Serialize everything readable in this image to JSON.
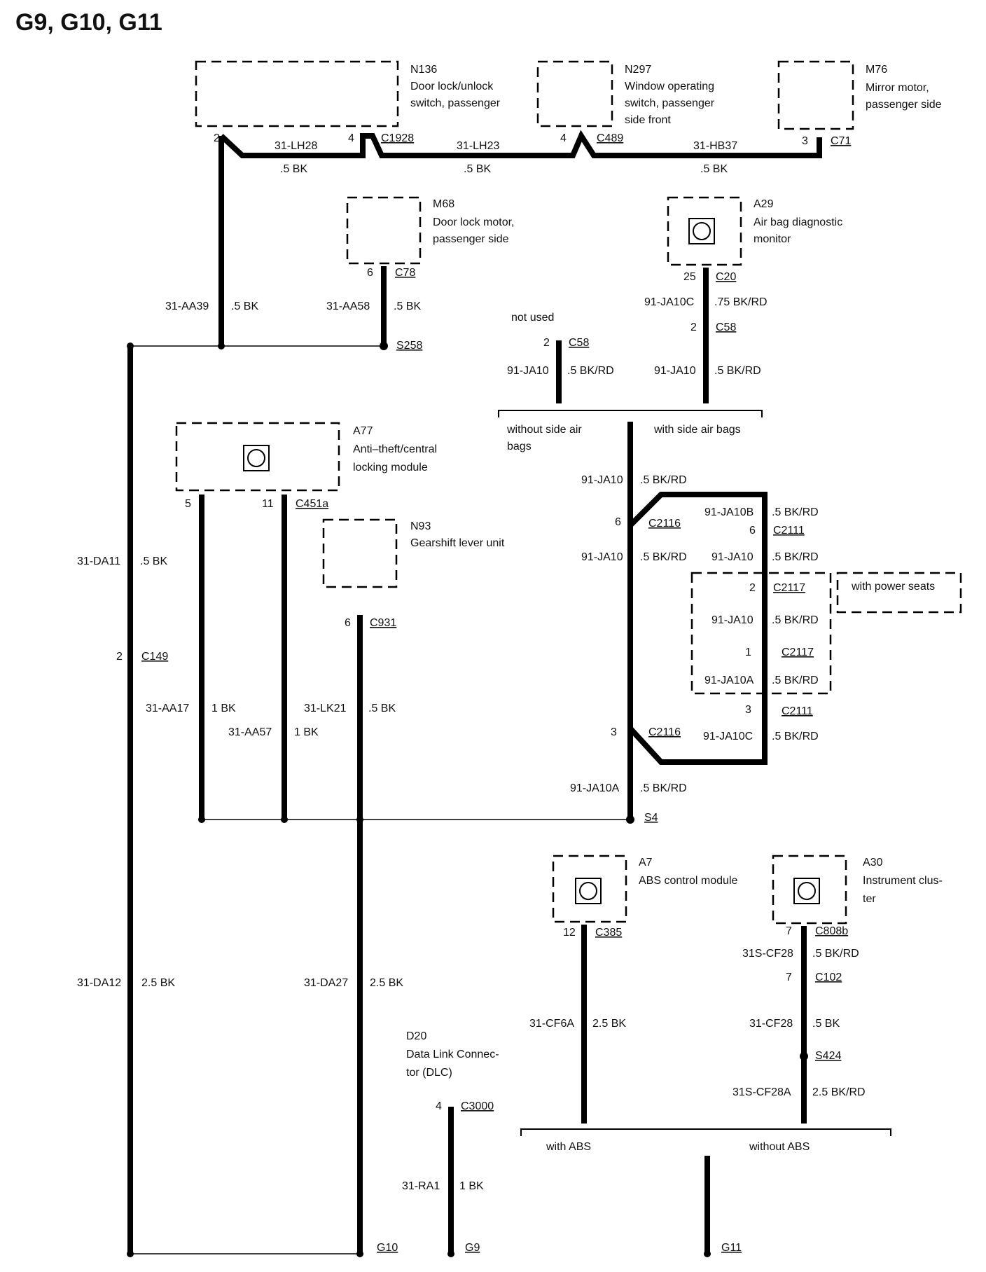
{
  "title": "G9, G10, G11",
  "components": {
    "N136": {
      "id": "N136",
      "desc1": "Door lock/unlock",
      "desc2": "switch, passenger"
    },
    "N297": {
      "id": "N297",
      "desc1": "Window operating",
      "desc2": "switch, passenger",
      "desc3": "side front"
    },
    "M76": {
      "id": "M76",
      "desc1": "Mirror motor,",
      "desc2": "passenger side"
    },
    "M68": {
      "id": "M68",
      "desc1": "Door lock motor,",
      "desc2": "passenger side"
    },
    "A29": {
      "id": "A29",
      "desc1": "Air bag diagnostic",
      "desc2": "monitor"
    },
    "A77": {
      "id": "A77",
      "desc1": "Anti–theft/central",
      "desc2": "locking module"
    },
    "N93": {
      "id": "N93",
      "desc1": "Gearshift lever unit"
    },
    "A7": {
      "id": "A7",
      "desc1": "ABS control module"
    },
    "A30": {
      "id": "A30",
      "desc1": "Instrument clus-",
      "desc2": "ter"
    },
    "D20": {
      "id": "D20",
      "desc1": "Data Link Connec-",
      "desc2": "tor (DLC)"
    }
  },
  "connectors": {
    "C1928": "C1928",
    "C489": "C489",
    "C71": "C71",
    "C78": "C78",
    "C20": "C20",
    "C58a": "C58",
    "C58b": "C58",
    "S258": "S258",
    "C451a": "C451a",
    "C2116a": "C2116",
    "C2116b": "C2116",
    "C2111a": "C2111",
    "C2111b": "C2111",
    "C2117a": "C2117",
    "C2117b": "C2117",
    "C149": "C149",
    "C931": "C931",
    "S4": "S4",
    "C385": "C385",
    "C808b": "C808b",
    "C102": "C102",
    "S424": "S424",
    "C3000": "C3000",
    "G10": "G10",
    "G9": "G9",
    "G11": "G11"
  },
  "pins": {
    "n136_2": "2",
    "n136_4": "4",
    "n297_4": "4",
    "m76_3": "3",
    "m68_6": "6",
    "a29_25": "25",
    "c58_2a": "2",
    "c58_2b": "2",
    "a77_5": "5",
    "a77_11": "11",
    "c2116_6": "6",
    "c2111_6": "6",
    "c2117_2": "2",
    "c2117_1": "1",
    "c2111_3": "3",
    "c2116_3": "3",
    "c149_2": "2",
    "n93_6": "6",
    "a7_12": "12",
    "a30_7": "7",
    "c102_7": "7",
    "d20_4": "4"
  },
  "wires": {
    "lh28": "31-LH28",
    "lh23": "31-LH23",
    "hb37": "31-HB37",
    "bk05a": ".5 BK",
    "bk05b": ".5 BK",
    "bk05c": ".5 BK",
    "aa39": "31-AA39",
    "aa39g": ".5 BK",
    "aa58": "31-AA58",
    "aa58g": ".5 BK",
    "ja10c_top": "91-JA10C",
    "ja10c_top_g": ".75 BK/RD",
    "ja10_l": "91-JA10",
    "ja10_l_g": ".5 BK/RD",
    "ja10_r": "91-JA10",
    "ja10_r_g": ".5 BK/RD",
    "ja10_mid": "91-JA10",
    "ja10_mid_g": ".5 BK/RD",
    "ja10b": "91-JA10B",
    "ja10b_g": ".5 BK/RD",
    "ja10_s": "91-JA10",
    "ja10_s_g": ".5 BK/RD",
    "ja10_t": "91-JA10",
    "ja10_t_g": ".5 BK/RD",
    "ja10_p": "91-JA10",
    "ja10_p_g": ".5 BK/RD",
    "ja10a_r": "91-JA10A",
    "ja10a_r_g": ".5 BK/RD",
    "ja10c_b": "91-JA10C",
    "ja10c_b_g": ".5 BK/RD",
    "ja10a_b": "91-JA10A",
    "ja10a_b_g": ".5 BK/RD",
    "da11": "31-DA11",
    "da11_g": ".5 BK",
    "da12": "31-DA12",
    "da12_g": "2.5 BK",
    "aa17": "31-AA17",
    "aa17_g": "1 BK",
    "aa57": "31-AA57",
    "aa57_g": "1 BK",
    "lk21": "31-LK21",
    "lk21_g": ".5 BK",
    "da27": "31-DA27",
    "da27_g": "2.5 BK",
    "cf6a": "31-CF6A",
    "cf6a_g": "2.5 BK",
    "cf28s": "31S-CF28",
    "cf28s_g": ".5 BK/RD",
    "cf28": "31-CF28",
    "cf28_g": ".5 BK",
    "cf28a": "31S-CF28A",
    "cf28a_g": "2.5 BK/RD",
    "ra1": "31-RA1",
    "ra1_g": "1 BK"
  },
  "notes": {
    "not_used": "not used",
    "without_sab1": "without side air",
    "without_sab2": "bags",
    "with_sab": "with side air bags",
    "power_seats": "with power seats",
    "with_abs": "with ABS",
    "without_abs": "without ABS"
  }
}
